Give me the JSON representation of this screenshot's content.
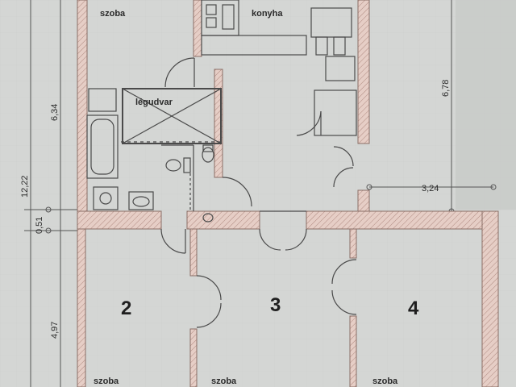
{
  "rooms": {
    "szoba_top": "szoba",
    "konyha": "konyha",
    "legudvar": "légudvar",
    "room2_number": "2",
    "room3_number": "3",
    "room4_number": "4",
    "room2_label": "szoba",
    "room3_label": "szoba",
    "room4_label": "szoba"
  },
  "dimensions": {
    "total_height": "12,22",
    "upper_height": "6,34",
    "wall_height": "0,51",
    "lower_height": "4,97",
    "right_height": "6,78",
    "right_width": "3,24"
  },
  "colors": {
    "paper": "#d4d6d4",
    "wall_fill": "#e3c8bf",
    "wall_stroke": "#8a6e66",
    "line": "#555555"
  }
}
